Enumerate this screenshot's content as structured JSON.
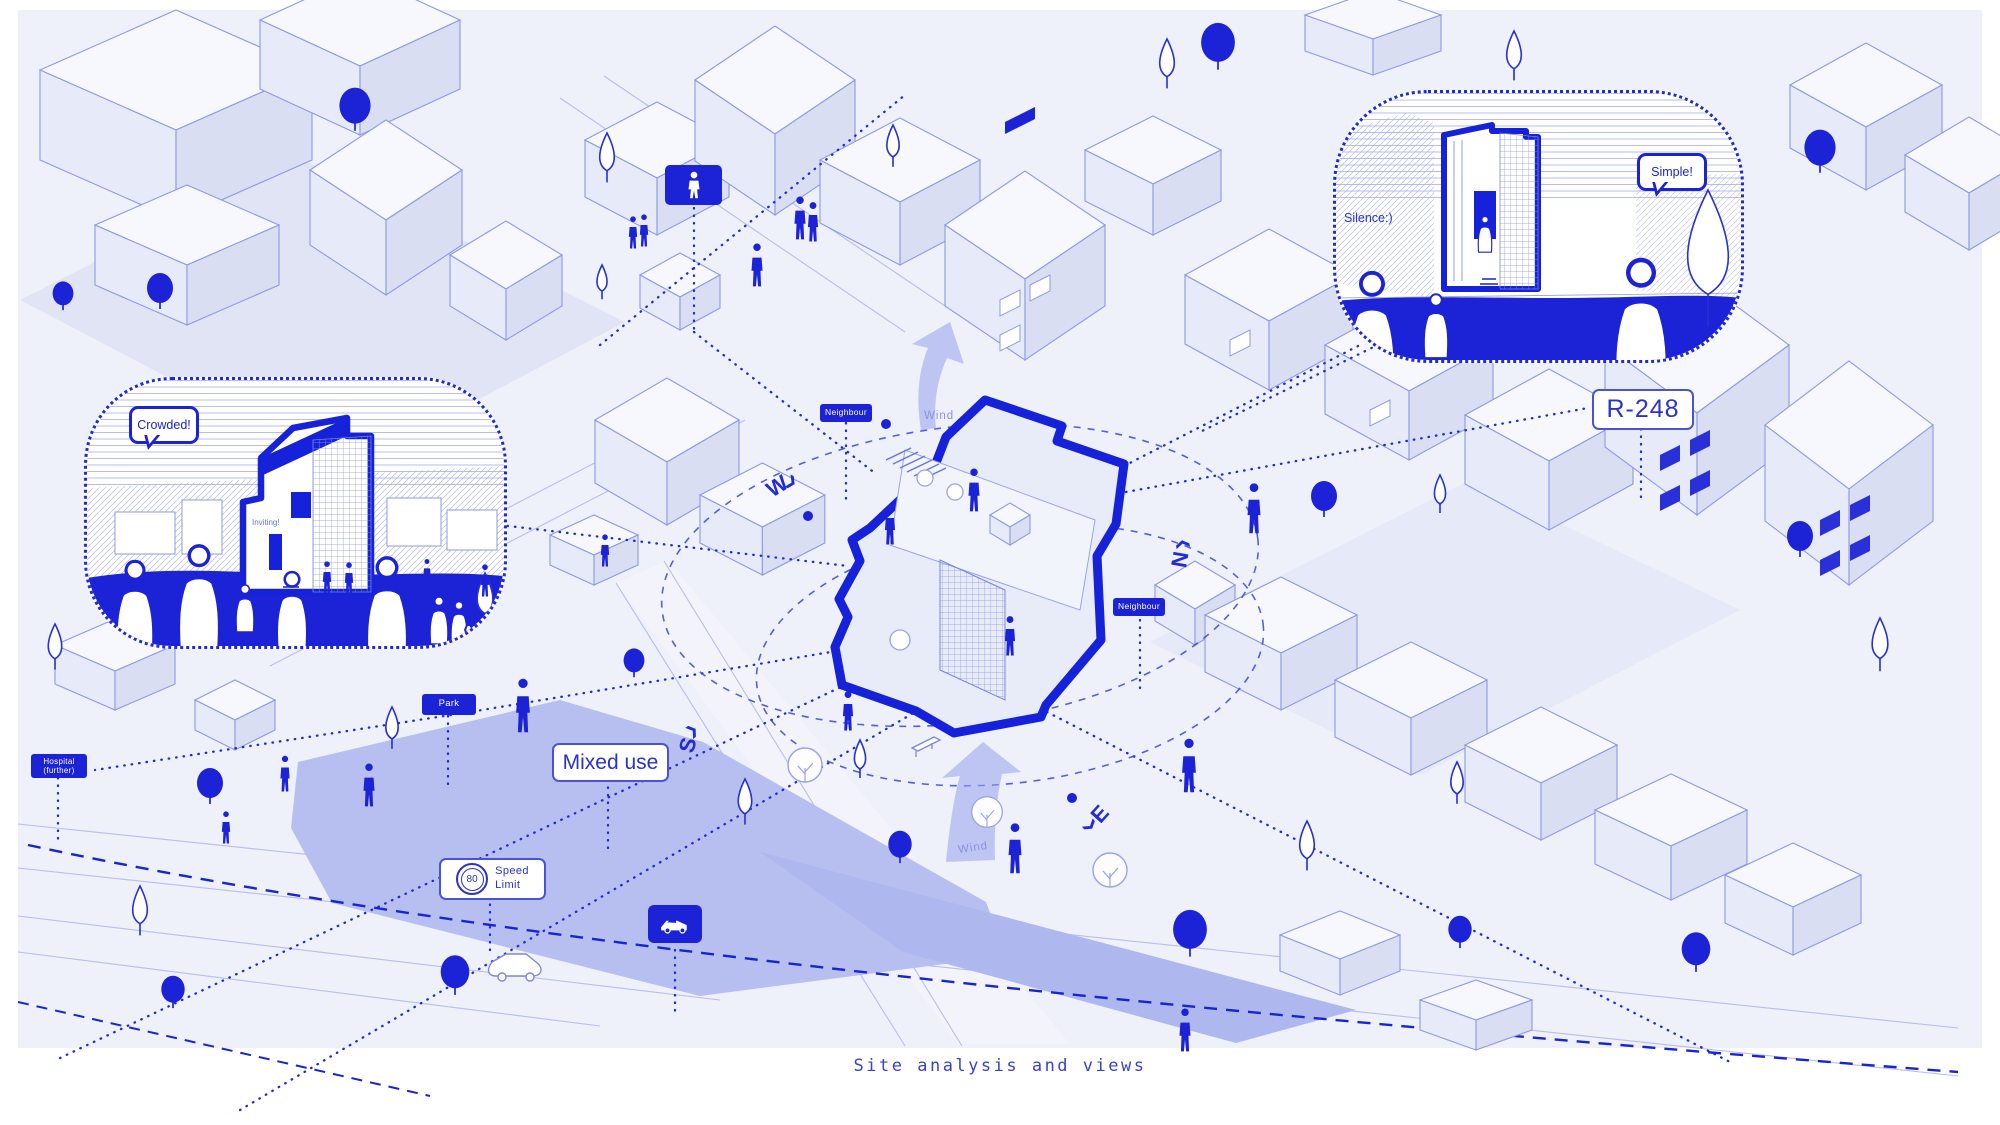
{
  "caption": "Site analysis and views",
  "chips": {
    "neighbour_top": {
      "label": "Neighbour"
    },
    "neighbour_right": {
      "label": "Neighbour"
    },
    "park": {
      "label": "Park"
    },
    "hospital": {
      "line1": "Hospital",
      "line2": "(further)"
    },
    "plot_code": {
      "label": "R-248"
    },
    "mixed_use": {
      "label": "Mixed use"
    },
    "speed_limit": {
      "value": "80",
      "line1": "Speed",
      "line2": "Limit"
    }
  },
  "bubbles": {
    "crowded": {
      "speech": "Crowded!",
      "facade_note": "Inviting!"
    },
    "quiet": {
      "speech": "Simple!",
      "note": "Silence:)"
    }
  },
  "wind": {
    "top": "Wind",
    "bottom": "Wind"
  },
  "compass": {
    "west": "W",
    "north": "N",
    "south": "S",
    "east": "E"
  },
  "icons": {
    "chevron": "❯",
    "woman_sign": "woman-pictogram",
    "car_sign": "car-pictogram",
    "speed_limit_badge": "double-circle-80"
  },
  "colors": {
    "accent": "#1c22d6",
    "outline": "#8f99e2",
    "background": "#eef0fa",
    "park": "#b6bff0",
    "ground": "#aeb8ee"
  }
}
